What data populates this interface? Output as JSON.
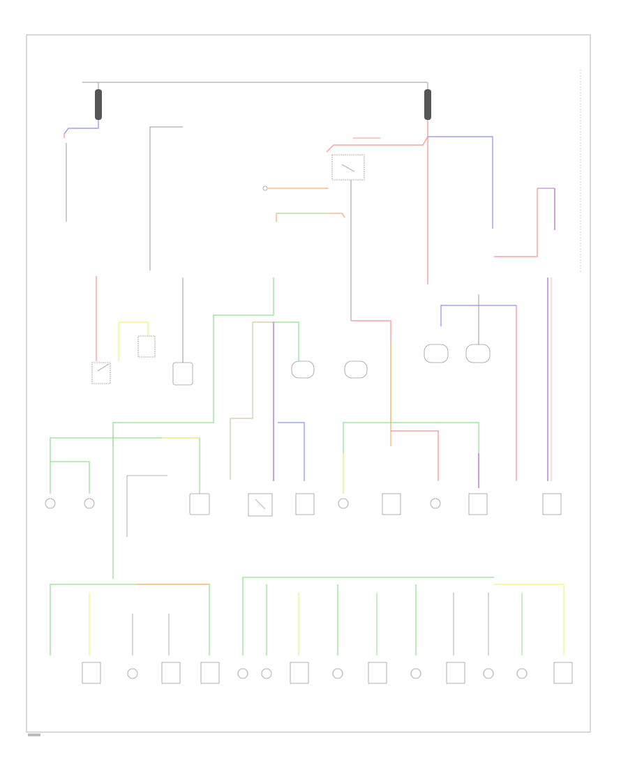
{
  "diagram": {
    "title": "",
    "colors": {
      "black": "#9a9a9a",
      "red": "#ff8c8c",
      "blue": "#8c8cff",
      "green": "#8ee08e",
      "yellow": "#f7f070",
      "orange": "#ffb060",
      "violet": "#b060d0",
      "tan": "#d8c49a",
      "frame": "#bdbdbd"
    },
    "components": [
      "fusible-link-left",
      "fusible-link-right",
      "relay-top",
      "switch-left",
      "switch-mid",
      "connector-c1",
      "lamp-pair-1",
      "lamp-pair-2",
      "lamp-pair-3",
      "lamp-pair-4"
    ]
  }
}
